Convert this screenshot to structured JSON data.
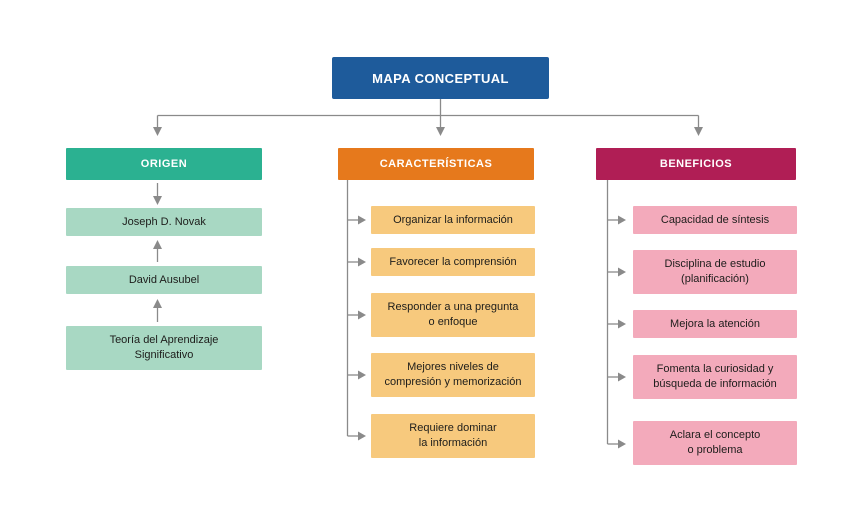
{
  "title": "MAPA CONCEPTUAL",
  "colors": {
    "root_bg": "#1e5b9b",
    "connector": "#8a8a8a",
    "origen_header_bg": "#2bb191",
    "origen_item_bg": "#a8d8c3",
    "caracteristicas_header_bg": "#e6791c",
    "caracteristicas_item_bg": "#f7c97d",
    "beneficios_header_bg": "#b01e55",
    "beneficios_item_bg": "#f3aabb",
    "header_text": "#ffffff",
    "item_text": "#1d1d1b",
    "page_bg": "#ffffff"
  },
  "columns": [
    {
      "id": "origen",
      "label": "ORIGEN",
      "items": [
        "Joseph D. Novak",
        "David Ausubel",
        "Teoría del Aprendizaje\nSignificativo"
      ]
    },
    {
      "id": "caracteristicas",
      "label": "CARACTERÍSTICAS",
      "items": [
        "Organizar la información",
        "Favorecer la comprensión",
        "Responder a una pregunta\no enfoque",
        "Mejores niveles de\ncompresión y memorización",
        "Requiere dominar\nla información"
      ]
    },
    {
      "id": "beneficios",
      "label": "BENEFICIOS",
      "items": [
        "Capacidad de síntesis",
        "Disciplina de estudio\n(planificación)",
        "Mejora la atención",
        "Fomenta la curiosidad y\nbúsqueda de información",
        "Aclara el concepto\no problema"
      ]
    }
  ]
}
